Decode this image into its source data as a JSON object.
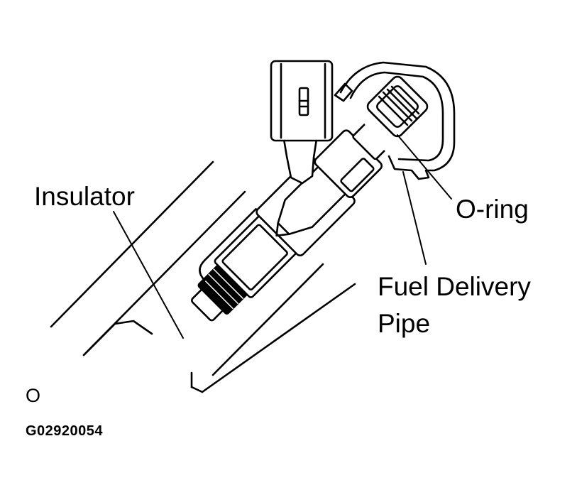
{
  "labels": {
    "insulator": "Insulator",
    "o_ring": "O-ring",
    "fuel_delivery_pipe_line1": "Fuel Delivery",
    "fuel_delivery_pipe_line2": "Pipe",
    "corner_mark": "O",
    "figure_code": "G02920054"
  },
  "colors": {
    "line": "#000000",
    "background": "#ffffff"
  }
}
